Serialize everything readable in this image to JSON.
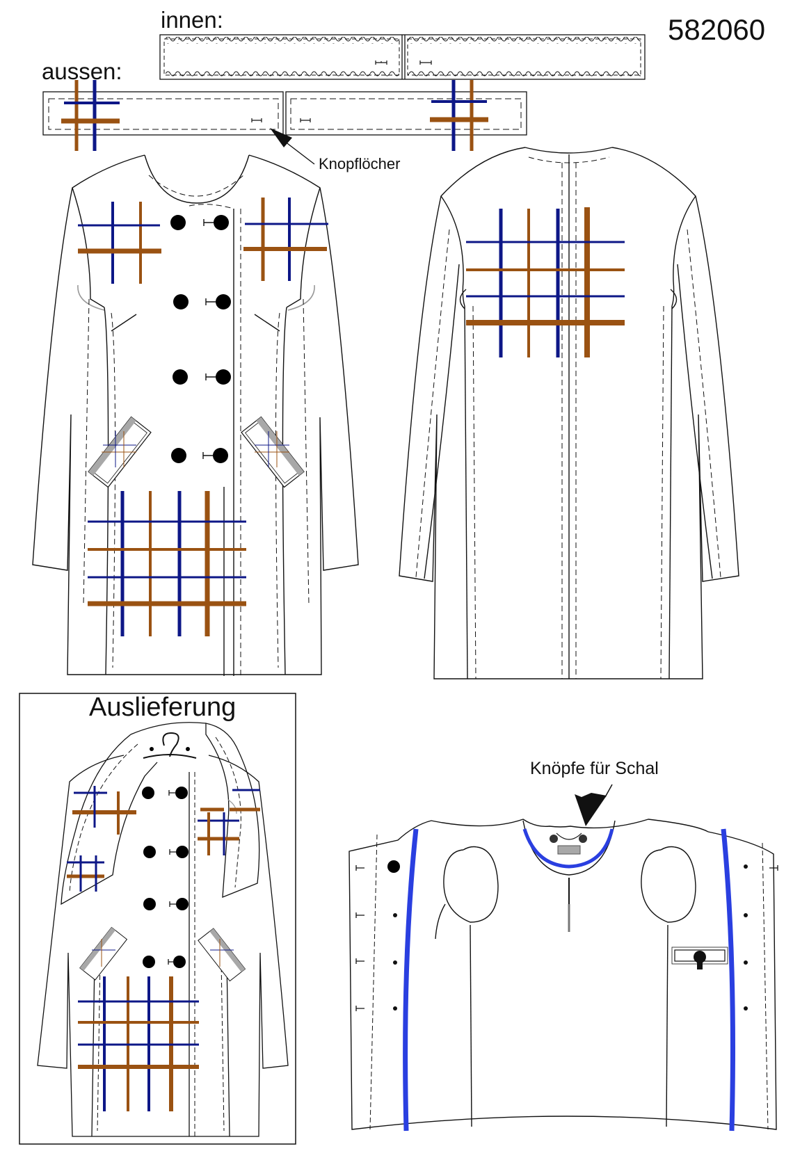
{
  "style_number": "582060",
  "labels": {
    "inside": "innen:",
    "outside": "aussen:",
    "buttonholes": "Knopflöcher",
    "delivery": "Auslieferung",
    "scarf_buttons": "Knöpfe für Schal"
  },
  "colors": {
    "line": "#111111",
    "check_navy": "#0d1787",
    "check_brown": "#9a5212",
    "piping_blue": "#2a3fe0",
    "tab_grey": "#a8a8a8",
    "background": "#ffffff"
  }
}
